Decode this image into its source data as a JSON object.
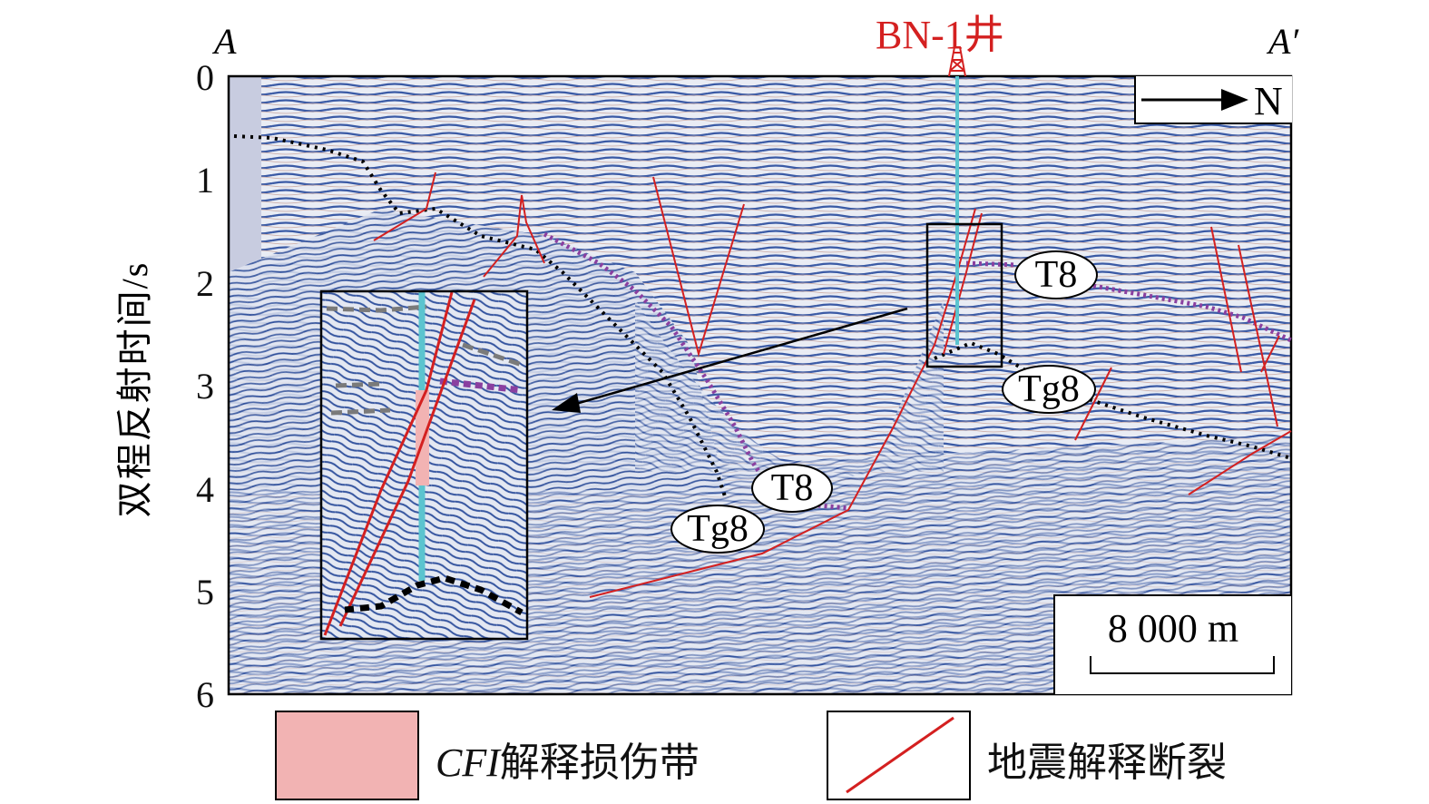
{
  "title": {
    "well_label": "BN-1井",
    "start_label": "A",
    "end_label": "A′"
  },
  "y_axis": {
    "title": "双程反射时间/s",
    "ticks": [
      "0",
      "1",
      "2",
      "3",
      "4",
      "5",
      "6"
    ]
  },
  "north_arrow": {
    "label": "N"
  },
  "scale_bar": {
    "label": "8 000 m"
  },
  "horizon_labels": {
    "t8_right": "T8",
    "tg8_right": "Tg8",
    "t8_left": "T8",
    "tg8_left": "Tg8"
  },
  "legend": [
    {
      "label_italic": "CFI",
      "label": "解释损伤带",
      "color": "#f2b3b3"
    },
    {
      "label": "地震解释断裂",
      "color": "#d42020"
    }
  ],
  "colors": {
    "fault": "#d42020",
    "well": "#5bc4cf",
    "horizon_t8": "#8a3fa0",
    "horizon_tg8": "#000000",
    "seismic_blue": "#2b4f9a"
  }
}
